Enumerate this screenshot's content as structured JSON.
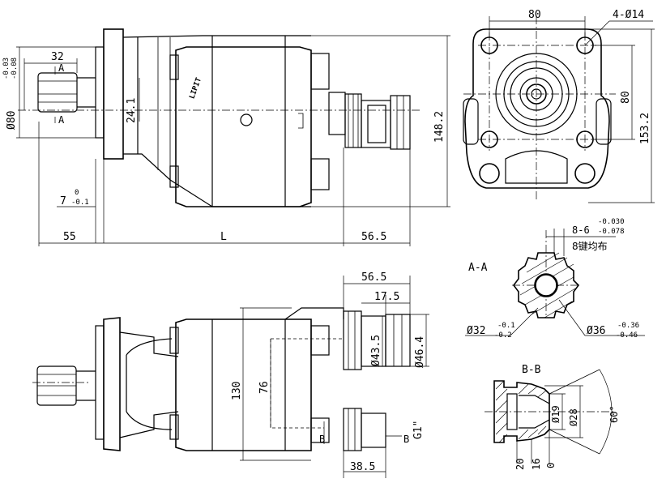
{
  "dims": {
    "d80_label": "Ø80",
    "d80_tol_upper": "-0.03",
    "d80_tol_lower": "-0.08",
    "d32_top": "32",
    "d24_1": "24.1",
    "d7": "7",
    "d7_tol_upper": "0",
    "d7_tol_lower": "-0.1",
    "d55": "55",
    "dL": "L",
    "d56_5_top": "56.5",
    "d148_2": "148.2",
    "d80_width": "80",
    "holes": "4-Ø14",
    "d80_height": "80",
    "d153_2": "153.2",
    "d56_5_bottom": "56.5",
    "d17_5": "17.5",
    "d43_5": "Ø43.5",
    "d46_4": "Ø46.4",
    "d130": "130",
    "d76": "76",
    "g1": "G1\"",
    "d38_5": "38.5",
    "key_spec": "8-6",
    "key_tol_upper": "-0.030",
    "key_tol_lower": "-0.078",
    "key_note": "8键均布",
    "d32_small": "Ø32",
    "d32_tol_upper": "-0.1",
    "d32_tol_lower": "-0.2",
    "d36": "Ø36",
    "d36_tol_upper": "-0.36",
    "d36_tol_lower": "-0.46",
    "d19": "Ø19",
    "d28": "Ø28",
    "angle60": "60°",
    "d20": "20",
    "d16": "16",
    "d0": "0"
  },
  "sections": {
    "aa_title": "A-A",
    "bb_title": "B-B",
    "a_mark": "A",
    "b_mark": "B"
  },
  "logo": "LIPIT"
}
